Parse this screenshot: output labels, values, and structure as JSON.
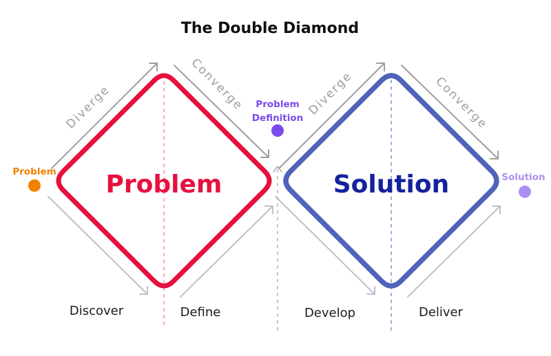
{
  "title": "The Double Diamond",
  "diamonds": {
    "problem": {
      "center_label": "Problem",
      "diverge_label": "Diverge",
      "converge_label": "Converge",
      "phase_left": "Discover",
      "phase_right": "Define"
    },
    "solution": {
      "center_label": "Solution",
      "diverge_label": "Diverge",
      "converge_label": "Converge",
      "phase_left": "Develop",
      "phase_right": "Deliver"
    }
  },
  "milestones": {
    "problem": {
      "label": "Problem"
    },
    "problem_definition": {
      "line1": "Problem",
      "line2": "Definition"
    },
    "solution": {
      "label": "Solution"
    }
  },
  "colors": {
    "problem_stroke": "#E6103E",
    "solution_stroke": "#4E63B9",
    "solution_text": "#14239C",
    "milestone_problem": "#F08200",
    "milestone_definition": "#7C4BEB",
    "milestone_solution": "#AB8FF2",
    "arrow_gray": "#9D9D9D",
    "arrow_light": "#B9C1CC",
    "divider_gray": "#ACACAC",
    "title_color": "#111111",
    "phase_text": "#1B1B1B"
  }
}
